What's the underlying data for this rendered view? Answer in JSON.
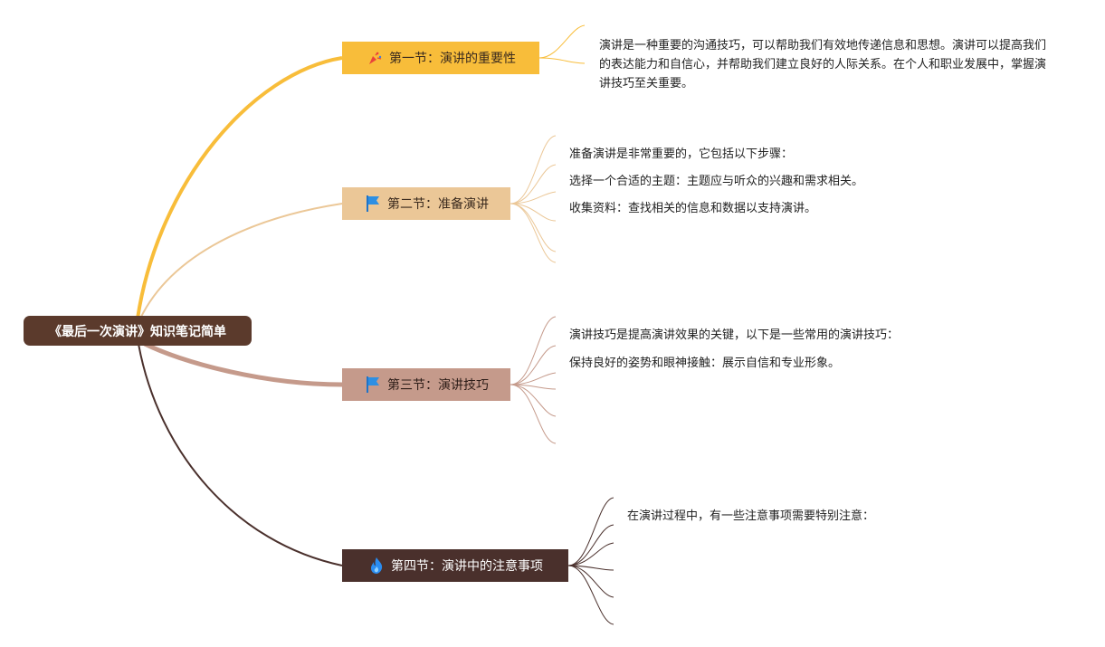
{
  "root": {
    "label": "《最后一次演讲》知识笔记简单"
  },
  "sections": [
    {
      "label": "第一节：演讲的重要性",
      "icon": "party-popper-icon",
      "color": "#f8bd3a",
      "notes": [
        "演讲是一种重要的沟通技巧，可以帮助我们有效地传递信息和思想。演讲可以提高我们的表达能力和自信心，并帮助我们建立良好的人际关系。在个人和职业发展中，掌握演讲技巧至关重要。"
      ]
    },
    {
      "label": "第二节：准备演讲",
      "icon": "blue-flag-icon",
      "color": "#ebc797",
      "notes": [
        "准备演讲是非常重要的，它包括以下步骤：",
        "选择一个合适的主题：主题应与听众的兴趣和需求相关。",
        "收集资料：查找相关的信息和数据以支持演讲。"
      ]
    },
    {
      "label": "第三节：演讲技巧",
      "icon": "blue-flag-icon",
      "color": "#c59a8b",
      "notes": [
        "演讲技巧是提高演讲效果的关键，以下是一些常用的演讲技巧：",
        "保持良好的姿势和眼神接触：展示自信和专业形象。"
      ]
    },
    {
      "label": "第四节：演讲中的注意事项",
      "icon": "flame-icon",
      "color": "#4a302c",
      "notes": [
        "在演讲过程中，有一些注意事项需要特别注意："
      ]
    }
  ]
}
